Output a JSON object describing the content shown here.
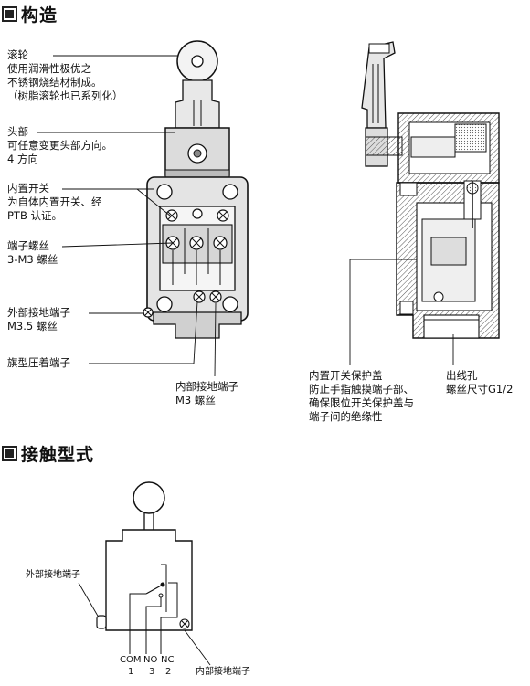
{
  "sections": {
    "structure_title": "构造",
    "contact_title": "接触型式"
  },
  "structure_labels": {
    "roller": [
      "滚轮",
      "使用润滑性极优之",
      "不锈钢烧结材制成。",
      "（树脂滚轮也已系列化）"
    ],
    "head": [
      "头部",
      "可任意变更头部方向。",
      "4 方向"
    ],
    "builtin_switch": [
      "内置开关",
      "为自体内置开关、经",
      "PTB 认证。"
    ],
    "terminal_screw": [
      "端子螺丝",
      "3-M3 螺丝"
    ],
    "external_ground": [
      "外部接地端子",
      "M3.5 螺丝"
    ],
    "flag_terminal": [
      "旗型压着端子"
    ],
    "internal_ground": [
      "内部接地端子",
      "M3 螺丝"
    ],
    "switch_cover": [
      "内置开关保护盖",
      "防止手指触摸端子部、",
      "确保限位开关保护盖与",
      "端子间的绝缘性"
    ],
    "outlet": [
      "出线孔",
      "螺丝尺寸G1/2"
    ]
  },
  "contact_labels": {
    "external_ground": "外部接地端子",
    "internal_ground": "内部接地端子",
    "com": "COM",
    "no": "NO",
    "nc": "NC",
    "com_num": "1",
    "no_num": "3",
    "nc_num": "2"
  }
}
